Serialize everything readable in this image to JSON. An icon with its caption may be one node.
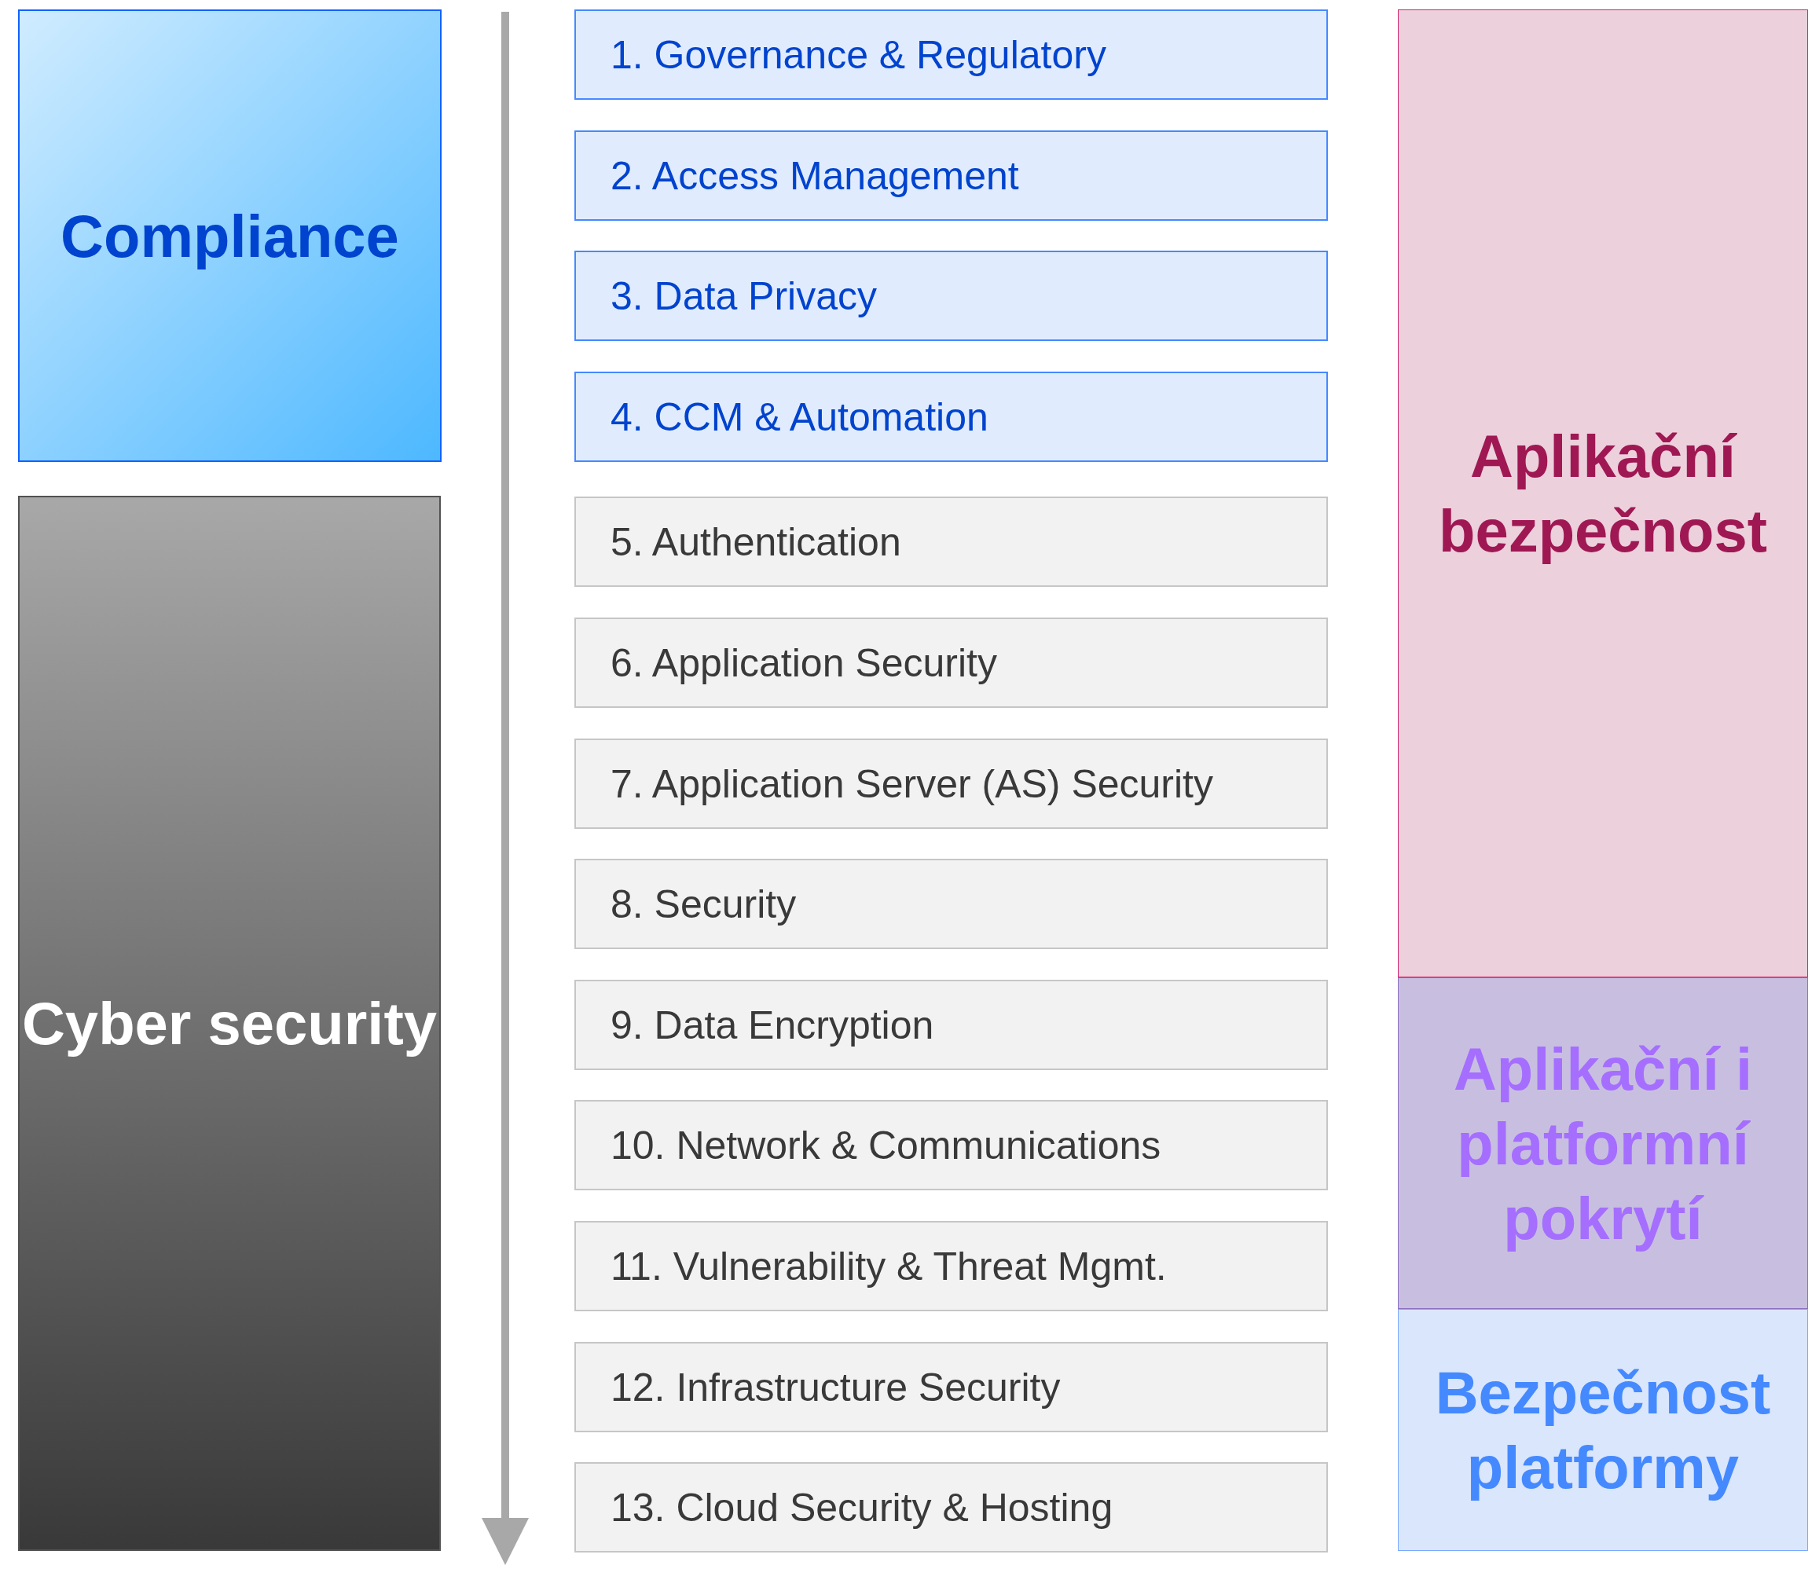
{
  "diagram": {
    "nodes": [
      {
        "text": [
          "Compliance"
        ]
      },
      {
        "text": [
          "Cyber security"
        ]
      },
      {
        "text": [
          "1. Governance & Regulatory"
        ]
      },
      {
        "text": [
          "2. Access Management"
        ]
      },
      {
        "text": [
          "3. Data Privacy"
        ]
      },
      {
        "text": [
          "4. CCM & Automation"
        ]
      },
      {
        "text": [
          "5. Authentication"
        ]
      },
      {
        "text": [
          "6. Application Security"
        ]
      },
      {
        "text": [
          "7. Application Server (AS) Security"
        ]
      },
      {
        "text": [
          "8. Security"
        ]
      },
      {
        "text": [
          "9. Data Encryption"
        ]
      },
      {
        "text": [
          "10. Network & Communications"
        ]
      },
      {
        "text": [
          "11. Vulnerability & Threat Mgmt."
        ]
      },
      {
        "text": [
          "12. Infrastructure Security"
        ]
      },
      {
        "text": [
          "13. Cloud Security & Hosting"
        ]
      },
      {
        "text": [
          "Aplikační bezpečnost"
        ]
      },
      {
        "text": [
          "Aplikační i platformní pokrytí"
        ]
      },
      {
        "text": [
          "Bezpečnost platformy"
        ]
      }
    ]
  }
}
